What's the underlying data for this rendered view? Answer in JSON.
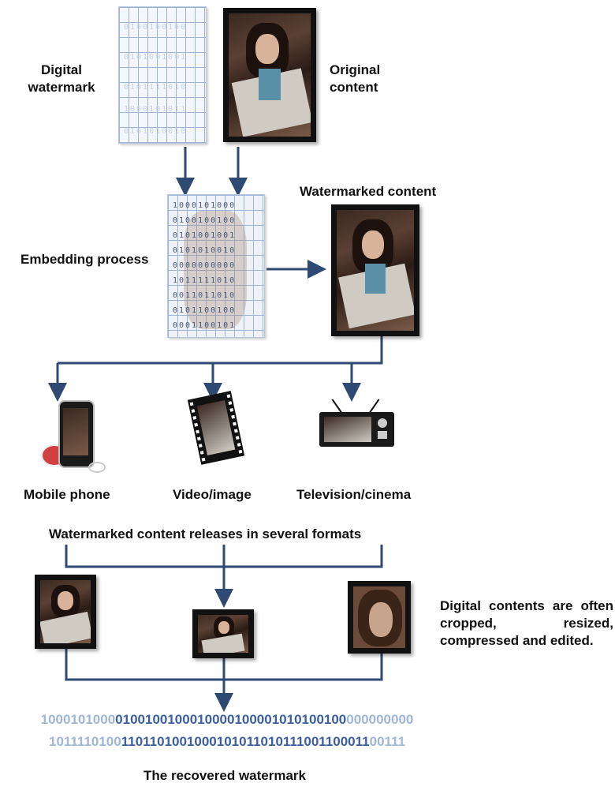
{
  "labels": {
    "digital_watermark": "Digital watermark",
    "original_content": "Original content",
    "watermarked_content": "Watermarked content",
    "embedding_process": "Embedding process",
    "mobile_phone": "Mobile phone",
    "video_image": "Video/image",
    "television_cinema": "Television/cinema",
    "releases": "Watermarked content releases in several formats",
    "digital_contents_note": "Digital contents are often cropped, resized, compressed and edited.",
    "recovered_watermark": "The recovered watermark"
  },
  "embedding_grid_rows": [
    "1000101000",
    "0100100100",
    "0101001001",
    "0101010010",
    "0000000000",
    "1011111010",
    "0011011010",
    "0101100100",
    "0001100101"
  ],
  "watermark_grid_rows": [
    "0100100100",
    "0101001001",
    "0101111010",
    "1000101011",
    "0101010010"
  ],
  "recovered_bits": {
    "line1": [
      {
        "text": "1000101000",
        "tone": "light"
      },
      {
        "text": "0100100100010000100001010100100",
        "tone": "dark"
      },
      {
        "text": "000000000",
        "tone": "light"
      }
    ],
    "line2": [
      {
        "text": "1011110100",
        "tone": "light"
      },
      {
        "text": "1101101001000101011010111001100011",
        "tone": "dark"
      },
      {
        "text": "00111",
        "tone": "light"
      }
    ]
  },
  "colors": {
    "arrow": "#2e4a72",
    "grid_line": "#9fb3d6",
    "bit_light": "#9fb6d8",
    "bit_dark": "#3b5fa0"
  }
}
